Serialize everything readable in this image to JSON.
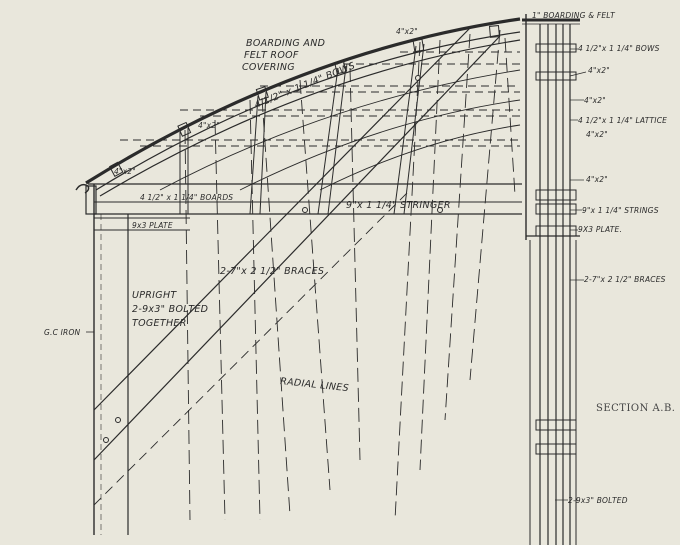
{
  "labels": {
    "boarding_felt_roof": [
      "BOARDING AND",
      "FELT ROOF",
      "COVERING"
    ],
    "top_4x2": "4\"x2\"",
    "mid_4x2": "4\"x2\"",
    "low_4x2": "4\"x2\"",
    "bows": "4 1/2\" x 1 1/4\" BOWS",
    "boards": "4 1/2\" x 1 1/4\" BOARDS",
    "stringer": "9\"x 1 1/4\" STRINGER",
    "plate": "9x3 PLATE",
    "braces": "2-7\"x 2 1/2\" BRACES",
    "upright": [
      "UPRIGHT",
      "2-9x3\" BOLTED",
      "TOGETHER"
    ],
    "gc_iron": "G.C IRON",
    "radial_lines": "RADIAL LINES",
    "right_boarding": "1\" BOARDING & FELT",
    "right_bows": "4 1/2\"x 1 1/4\" BOWS",
    "right_4x2_a": "4\"x2\"",
    "right_4x2_b": "4\"x2\"",
    "right_lattice": "4 1/2\"x 1 1/4\" LATTICE",
    "right_4x2_c": "4\"x2\"",
    "right_4x2_d": "4\"x2\"",
    "right_strings": "9\"x 1 1/4\" STRINGS",
    "right_plate": "9X3 PLATE.",
    "right_braces": "2-7\"x 2 1/2\" BRACES",
    "right_bolted": "2-9x3\" BOLTED",
    "section_title": "SECTION  A.B."
  }
}
